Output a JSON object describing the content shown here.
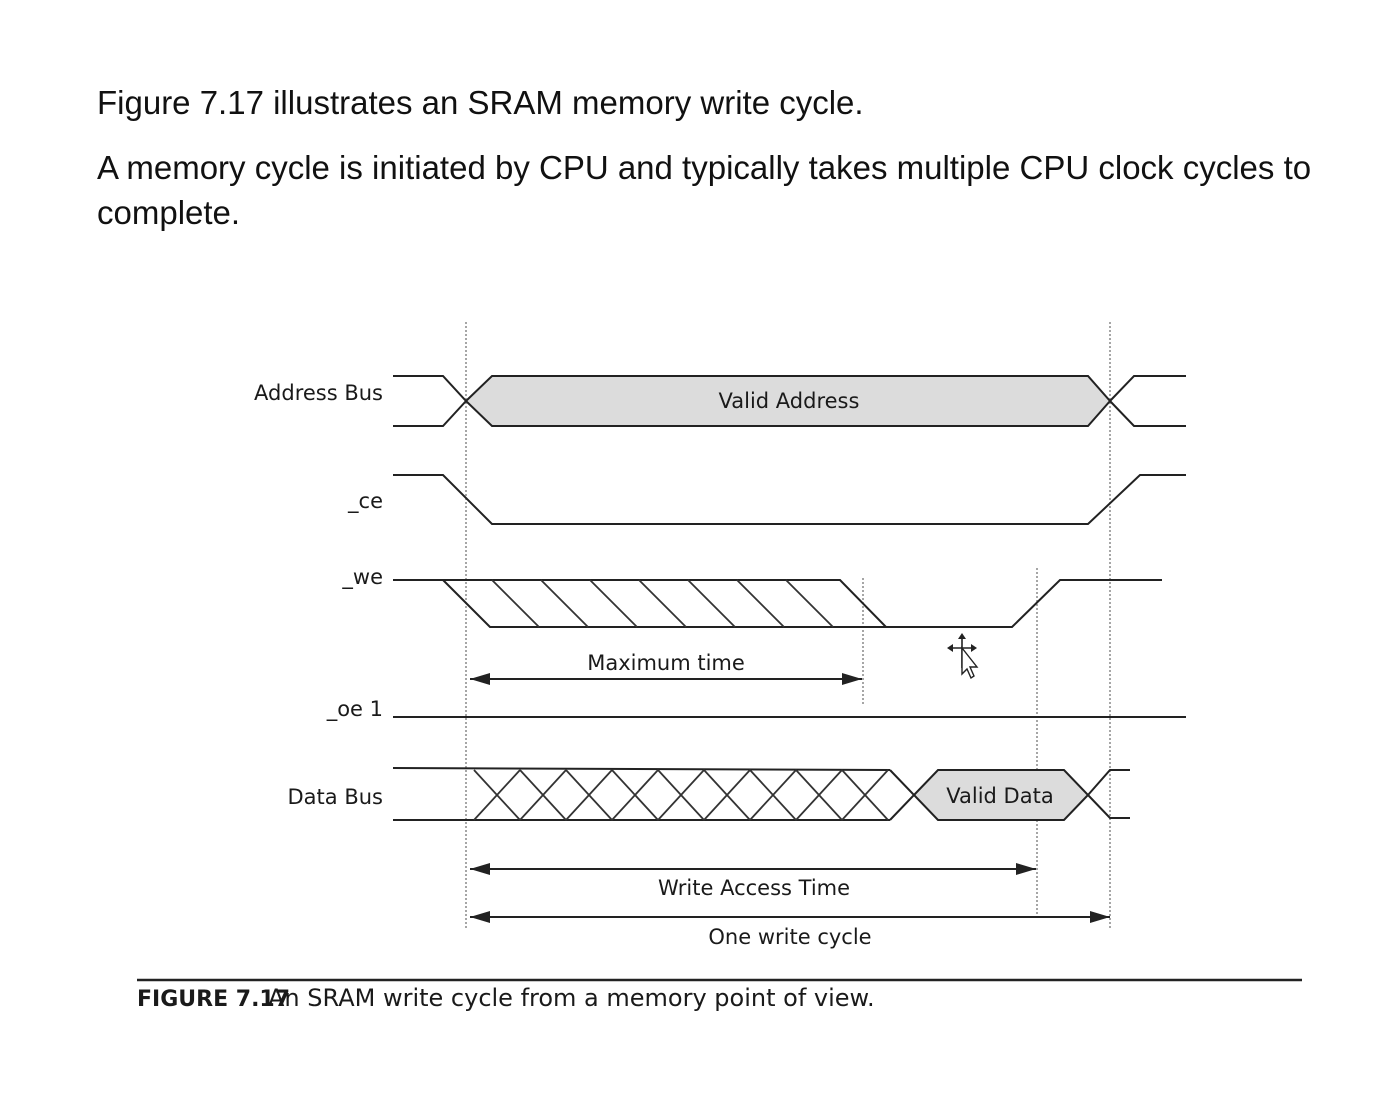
{
  "intro": {
    "line1": "Figure 7.17 illustrates an SRAM memory write cycle.",
    "line2": "A memory cycle is initiated by CPU and typically takes multiple CPU clock cycles to complete."
  },
  "diagram": {
    "signals": {
      "address_bus": "Address Bus",
      "ce": "_ce",
      "we": "_we",
      "oe": "_oe 1",
      "data_bus": "Data Bus"
    },
    "boxes": {
      "valid_address": "Valid Address",
      "valid_data": "Valid Data"
    },
    "timings": {
      "maximum_time": "Maximum time",
      "write_access_time": "Write Access Time",
      "one_write_cycle": "One write cycle"
    },
    "colors": {
      "box_fill": "#dcdcdc",
      "line": "#222222"
    }
  },
  "caption": {
    "number": "FIGURE 7.17",
    "text": "An SRAM write cycle from a memory point of view."
  }
}
